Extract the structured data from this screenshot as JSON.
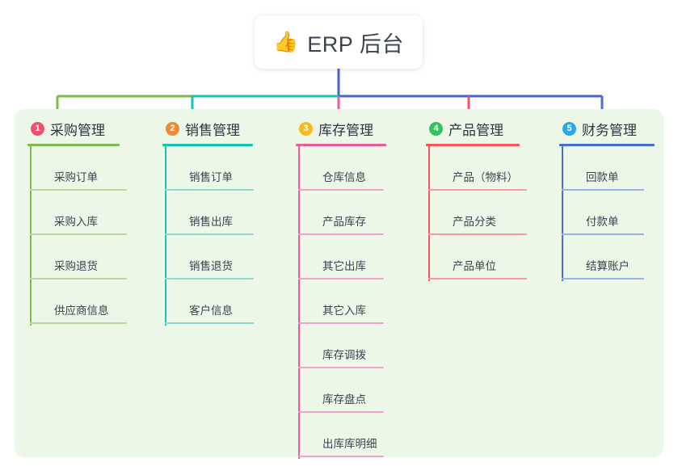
{
  "root": {
    "icon": "thumbs-up-icon",
    "icon_glyph": "👍",
    "title": "ERP 后台"
  },
  "theme": {
    "page_background": "#ffffff",
    "panel_background": "#edf7e7",
    "root_card_background": "#ffffff",
    "text_color": "#2f3541",
    "root_stem_color": "#4a5fd0"
  },
  "diagram": {
    "type": "mindmap",
    "orientation": "top-down",
    "branch_count": 5
  },
  "branches": [
    {
      "index": "1",
      "label": "采购管理",
      "badge_color": "#f0506e",
      "line_color": "#7cbc4d",
      "leaf_line_color": "#b6d9a0",
      "connector_color": "#7cbc4d",
      "leaves": [
        {
          "label": "采购订单"
        },
        {
          "label": "采购入库"
        },
        {
          "label": "采购退货"
        },
        {
          "label": "供应商信息"
        }
      ]
    },
    {
      "index": "2",
      "label": "销售管理",
      "badge_color": "#f08a34",
      "line_color": "#17c3b2",
      "leaf_line_color": "#8ed8d0",
      "connector_color": "#17c3b2",
      "leaves": [
        {
          "label": "销售订单"
        },
        {
          "label": "销售出库"
        },
        {
          "label": "销售退货"
        },
        {
          "label": "客户信息"
        }
      ]
    },
    {
      "index": "3",
      "label": "库存管理",
      "badge_color": "#f5b921",
      "line_color": "#ec5b9e",
      "leaf_line_color": "#f0a3c8",
      "connector_color": "#ec5b9e",
      "leaves": [
        {
          "label": "仓库信息"
        },
        {
          "label": "产品库存"
        },
        {
          "label": "其它出库"
        },
        {
          "label": "其它入库"
        },
        {
          "label": "库存调拨"
        },
        {
          "label": "库存盘点"
        },
        {
          "label": "出库库明细"
        }
      ]
    },
    {
      "index": "4",
      "label": "产品管理",
      "badge_color": "#32c35f",
      "line_color": "#f4575c",
      "leaf_line_color": "#f79b9e",
      "connector_color": "#f4575c",
      "leaves": [
        {
          "label": "产品（物料）"
        },
        {
          "label": "产品分类"
        },
        {
          "label": "产品单位"
        }
      ]
    },
    {
      "index": "5",
      "label": "财务管理",
      "badge_color": "#2ba7e8",
      "line_color": "#4a6fd4",
      "leaf_line_color": "#9ab2e8",
      "connector_color": "#4a6fd4",
      "leaves": [
        {
          "label": "回款单"
        },
        {
          "label": "付款单"
        },
        {
          "label": "结算账户"
        }
      ]
    }
  ]
}
